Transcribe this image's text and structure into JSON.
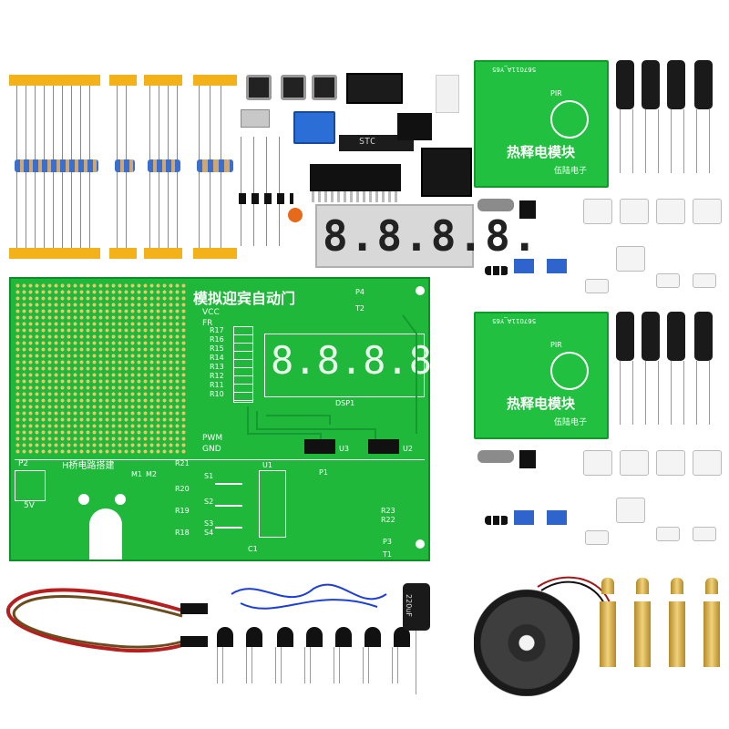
{
  "main_board": {
    "title": "模拟迎宾自动门",
    "vcc_label": "VCC",
    "fr_label": "FR",
    "pwm_label": "PWM",
    "gnd_label": "GND",
    "hbridge_label": "H桥电路搭建",
    "m1_label": "M1",
    "m2_label": "M2",
    "p2_label": "P2",
    "v_label": "5V",
    "p4_label": "P4",
    "t2_label": "T2",
    "p3_label": "P3",
    "t1_label": "T1",
    "dsp_label": "DSP1",
    "u1_label": "U1",
    "u2_label": "U2",
    "u3_label": "U3",
    "p1_label": "P1",
    "c1_label": "C1",
    "r23_label": "R23",
    "r22_label": "R22",
    "resistor_labels": [
      "R17",
      "R16",
      "R15",
      "R14",
      "R13",
      "R12",
      "R11",
      "R10"
    ],
    "left_resistor_labels": [
      "R21",
      "R20",
      "R19",
      "R18"
    ],
    "switch_labels": [
      "S1",
      "S2",
      "S3",
      "S4"
    ]
  },
  "pir_modules": [
    {
      "title": "热释电模块",
      "brand": "伍陆电子",
      "sensor_label": "PIR",
      "code": "567011A_Y65"
    },
    {
      "title": "热释电模块",
      "brand": "伍陆电子",
      "sensor_label": "PIR",
      "code": "567011A_Y65"
    }
  ],
  "display": {
    "digits": "8.8.8.8."
  },
  "chip_label": "STC",
  "capacitor_label": "220uF",
  "colors": {
    "pcb_green": "#1fb83a",
    "silkscreen": "#ffffff",
    "tape_yellow": "#f3b21a",
    "segment_red": "#ff4040"
  }
}
